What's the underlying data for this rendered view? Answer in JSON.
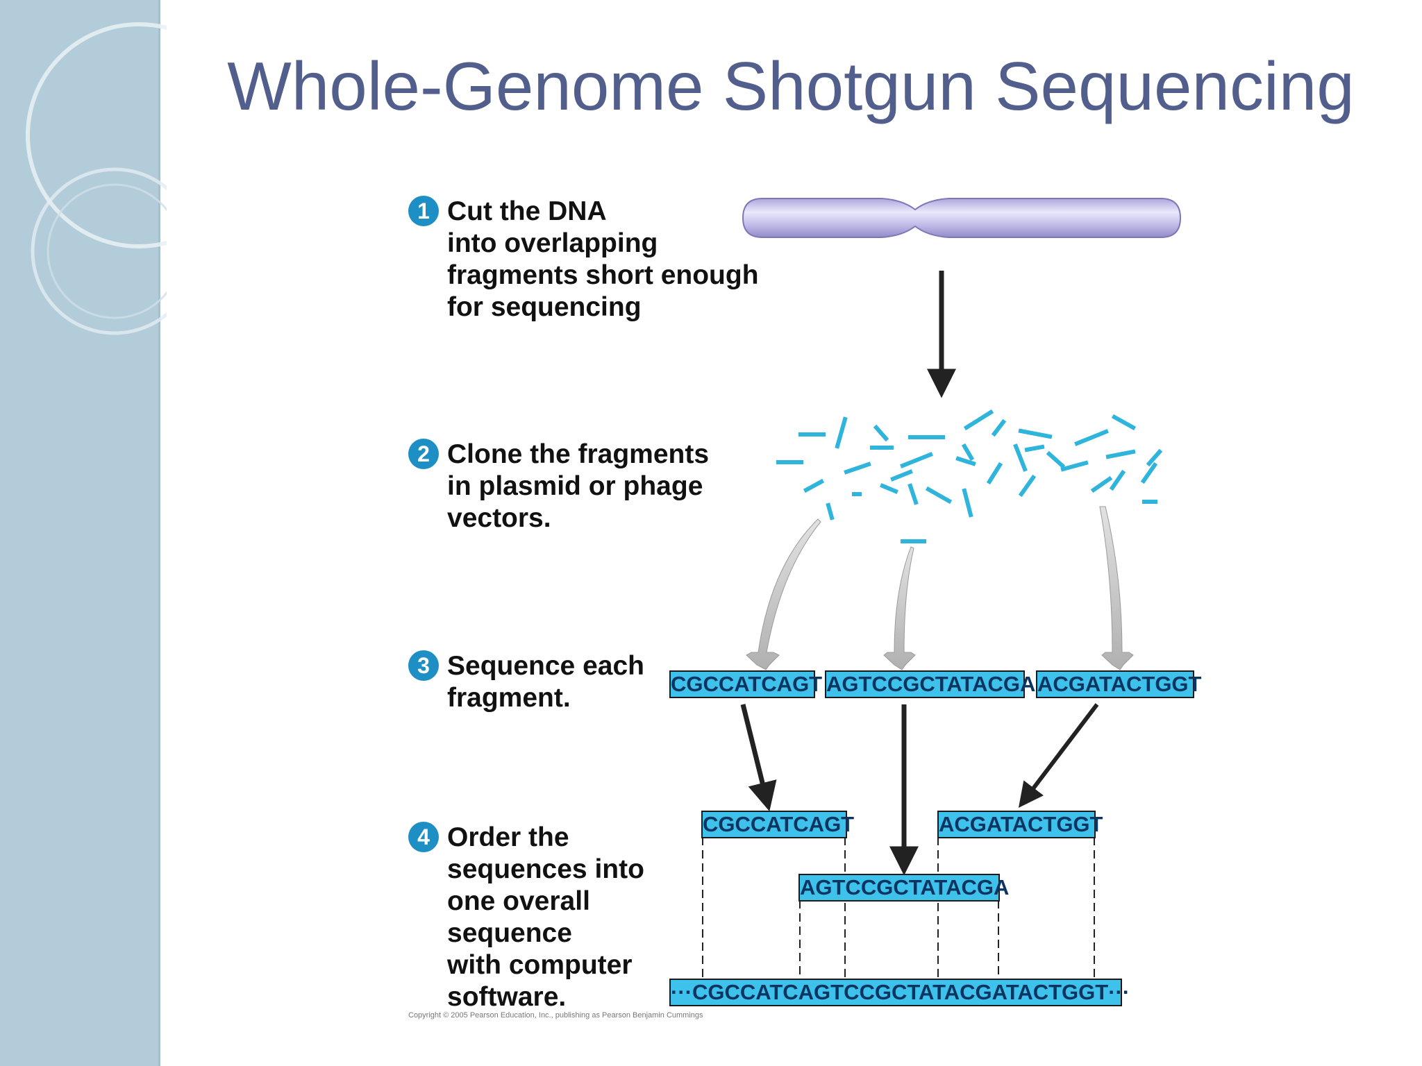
{
  "slide": {
    "title": "Whole-Genome Shotgun Sequencing",
    "colors": {
      "sidebar": "#b3ccd9",
      "title": "#525e8c",
      "badge": "#1e8fc4",
      "sequence_box": "#3ec1ea",
      "fragment": "#2fb4dc",
      "chromosome": "#c4c0ea"
    }
  },
  "steps": [
    {
      "number": "1",
      "text": "Cut the DNA\ninto overlapping\nfragments short enough\nfor sequencing"
    },
    {
      "number": "2",
      "text": "Clone the fragments\nin plasmid or phage\nvectors."
    },
    {
      "number": "3",
      "text": "Sequence each\nfragment."
    },
    {
      "number": "4",
      "text": "Order the\nsequences into\none overall\nsequence\nwith computer\nsoftware."
    }
  ],
  "sequences": {
    "fragment_a": "CGCCATCAGT",
    "fragment_b": "AGTCCGCTATACGA",
    "fragment_c": "ACGATACTGGT",
    "assembled": "···CGCCATCAGTCCGCTATACGATACTGGT···"
  },
  "copyright": "Copyright © 2005 Pearson Education, Inc., publishing as Pearson Benjamin Cummings"
}
